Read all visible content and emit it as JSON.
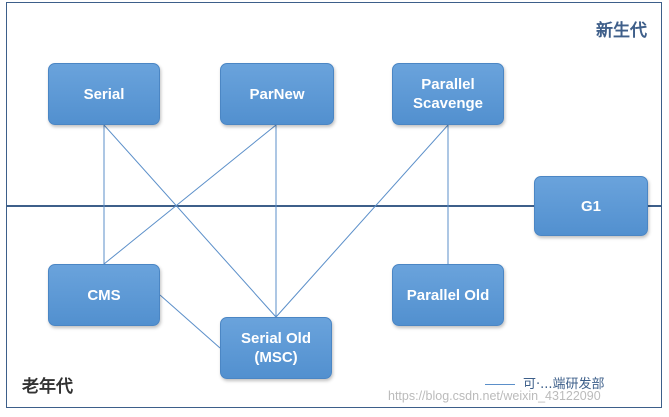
{
  "regions": {
    "young": "新生代",
    "old": "老年代"
  },
  "nodes": {
    "serial": "Serial",
    "parnew": "ParNew",
    "parallel_scavenge": "Parallel\nScavenge",
    "g1": "G1",
    "cms": "CMS",
    "parallel_old": "Parallel Old",
    "serial_old": "Serial Old\n(MSC)"
  },
  "edges": [
    {
      "from": "Serial",
      "to": "CMS"
    },
    {
      "from": "Serial",
      "to": "Serial Old (MSC)"
    },
    {
      "from": "ParNew",
      "to": "CMS"
    },
    {
      "from": "ParNew",
      "to": "Serial Old (MSC)"
    },
    {
      "from": "Parallel Scavenge",
      "to": "Serial Old (MSC)"
    },
    {
      "from": "Parallel Scavenge",
      "to": "Parallel Old"
    },
    {
      "from": "CMS",
      "to": "Serial Old (MSC)"
    }
  ],
  "watermarks": {
    "legend": "可·...端研发部",
    "url": "https://blog.csdn.net/weixin_43122090"
  },
  "colors": {
    "node_fill": "#5b97d5",
    "line": "#5b8fc9",
    "frame": "#3d5f8a"
  }
}
